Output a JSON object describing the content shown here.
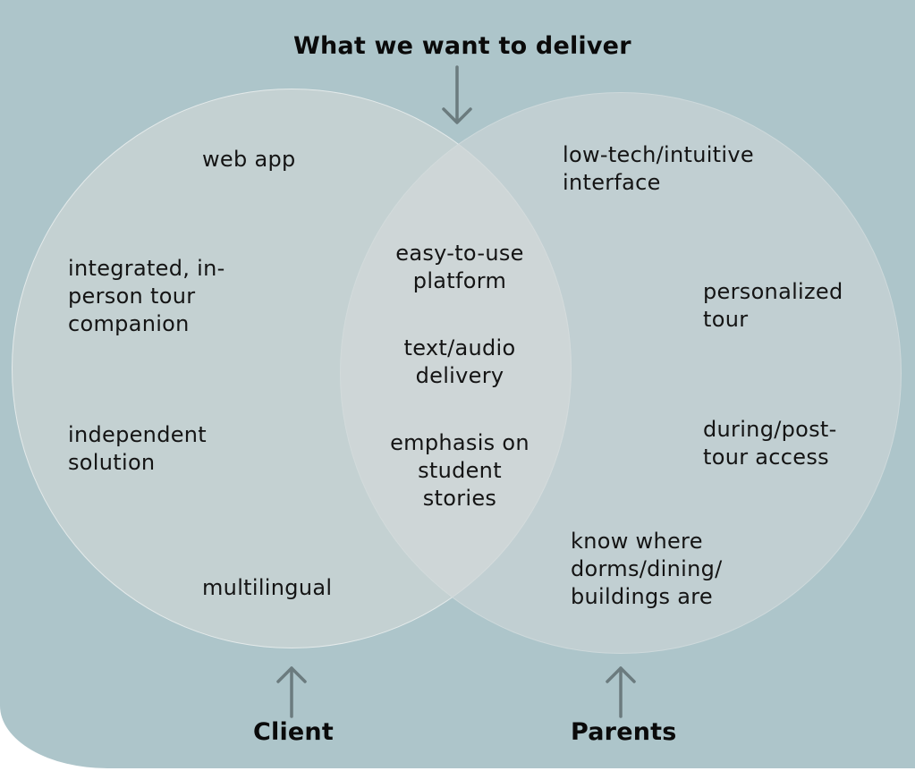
{
  "diagram": {
    "type": "venn",
    "title": "What we want to deliver",
    "colors": {
      "background": "#adc5ca",
      "circle_fill": "#bfcdd0",
      "overlap_fill": "#c9d3d4",
      "arrow": "#6b7b7e",
      "text": "#141414"
    },
    "sets": [
      {
        "name": "Client",
        "items": [
          "web app",
          "integrated, in-\nperson tour\ncompanion",
          "independent\nsolution",
          "multilingual"
        ]
      },
      {
        "name": "Parents",
        "items": [
          "low-tech/intuitive\ninterface",
          "personalized\ntour",
          "during/post-\ntour access",
          "know where\ndorms/dining/\nbuildings are"
        ]
      }
    ],
    "overlap": {
      "items": [
        "easy-to-use\nplatform",
        "text/audio\ndelivery",
        "emphasis on\nstudent\nstories"
      ]
    },
    "icons": {
      "top_arrow": "arrow-down-icon",
      "client_arrow": "arrow-up-icon",
      "parents_arrow": "arrow-up-icon"
    }
  }
}
